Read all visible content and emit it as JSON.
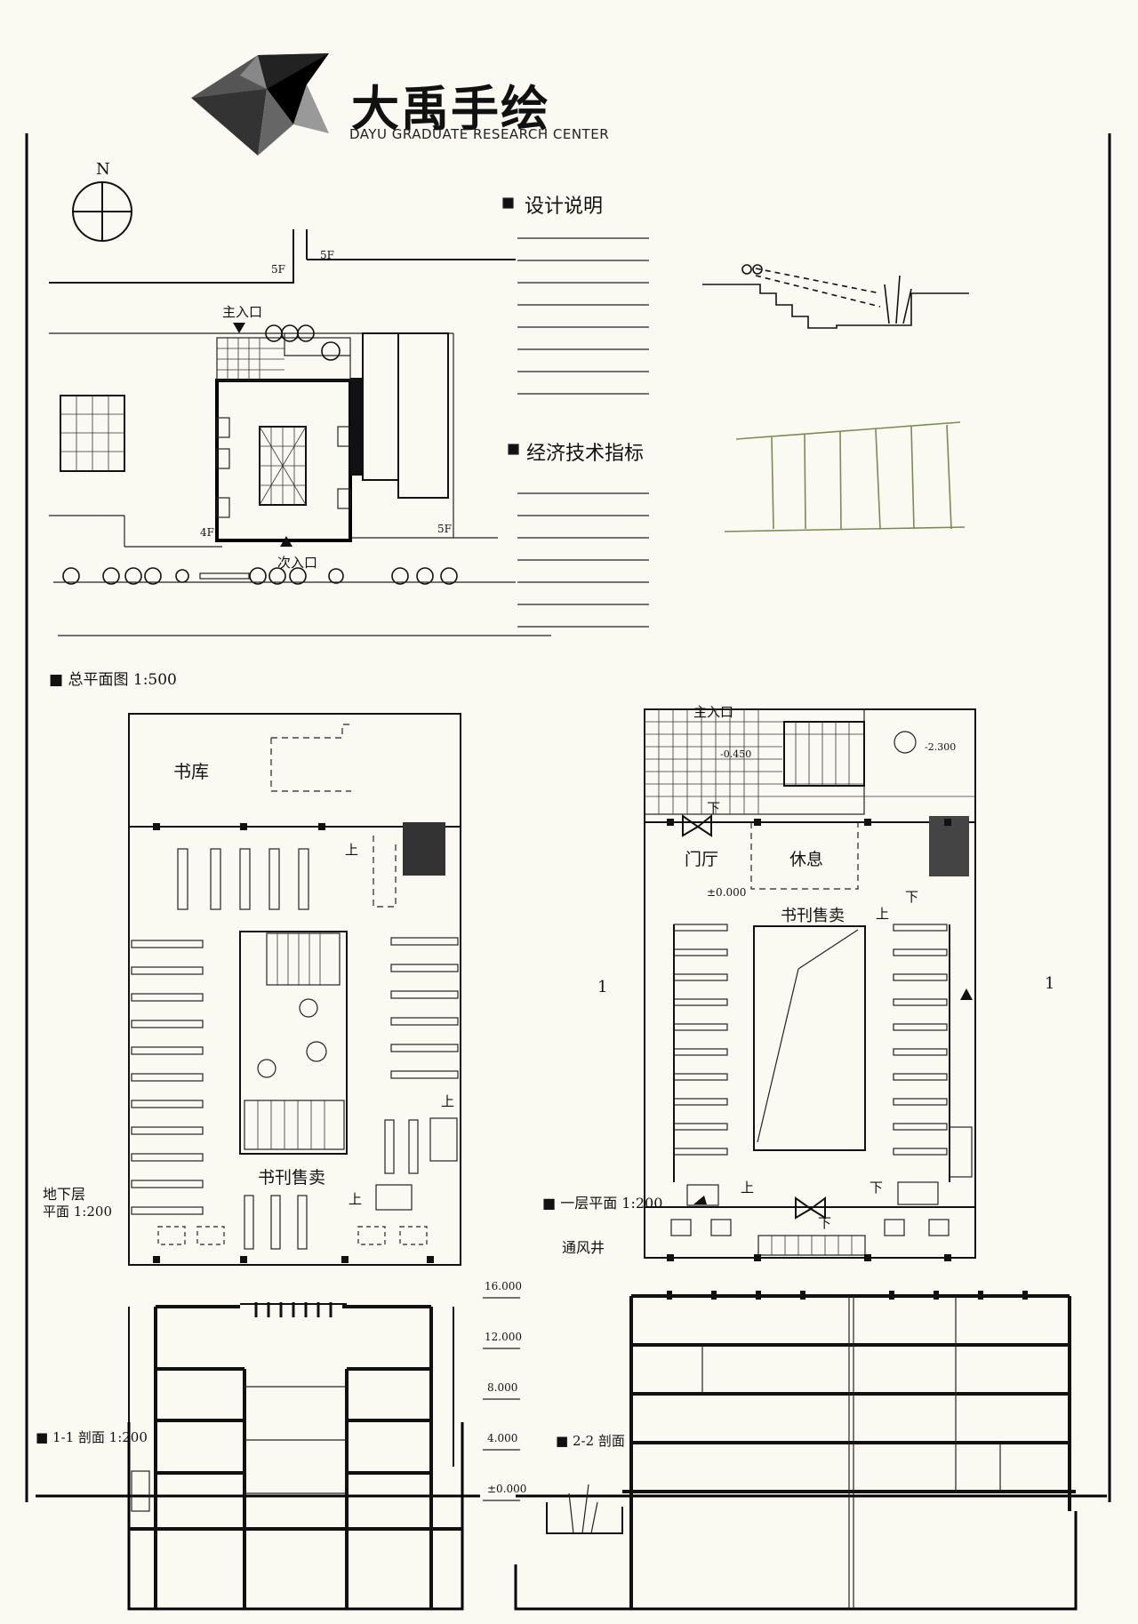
{
  "logo": {
    "title": "大禹手绘",
    "subtitle": "DAYU GRADUATE RESEARCH CENTER"
  },
  "compass": {
    "north": "N"
  },
  "site_plan": {
    "main_entrance": "主入口",
    "secondary_entrance": "次入口",
    "setback_top_1": "5F",
    "setback_top_2": "5F",
    "setback_left": "4F",
    "setback_right": "5F",
    "title": "总平面图 1:500"
  },
  "notes": {
    "design_heading": "设计说明",
    "tech_heading": "经济技术指标"
  },
  "basement_plan": {
    "room_stack": "书库",
    "room_sales": "书刊售卖",
    "up_1": "上",
    "up_2": "上",
    "up_3": "上",
    "title_line1": "地下层",
    "title_line2": "平面 1:200"
  },
  "ground_plan": {
    "main_entrance": "主入口",
    "level_a": "-0.450",
    "level_b": "-2.300",
    "level_c": "±0.000",
    "room_lobby": "门厅",
    "room_rest": "休息",
    "room_sales": "书刊售卖",
    "up_1": "上",
    "up_2": "上",
    "down_1": "下",
    "down_2": "下",
    "down_3": "下",
    "down_4": "下",
    "vent_label": "通风井",
    "title": "一层平面 1:200"
  },
  "section_marks": {
    "left": "1",
    "right": "1"
  },
  "elevations": [
    "16.000",
    "12.000",
    "8.000",
    "4.000",
    "±0.000"
  ],
  "section_1": {
    "title": "1-1 剖面 1:200"
  },
  "section_2": {
    "title": "2-2 剖面"
  }
}
